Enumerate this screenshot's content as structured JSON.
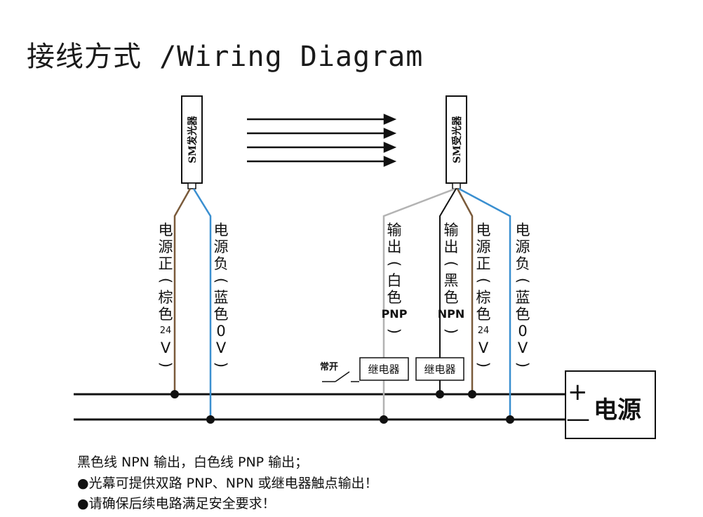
{
  "title": "接线方式 /Wiring Diagram",
  "emitter": {
    "label": "SM发光器"
  },
  "receiver": {
    "label": "SM受光器"
  },
  "wires": {
    "emitter_pos": {
      "text": "电源正（棕色24V）"
    },
    "emitter_neg": {
      "text": "电源负（蓝色0V）"
    },
    "pnp_out": {
      "text": "输出（白色PNP）"
    },
    "npn_out": {
      "text": "输出（黑色NPN）"
    },
    "receiver_pos": {
      "text": "电源正（棕色24V）"
    },
    "receiver_neg": {
      "text": "电源负（蓝色0V）"
    }
  },
  "relays": {
    "left": "继电器",
    "right": "继电器",
    "switch_label": "常开"
  },
  "power_supply": {
    "label": "电源",
    "plus": "+",
    "minus": "—"
  },
  "notes": [
    "黑色线 NPN 输出，白色线 PNP 输出；",
    "●光幕可提供双路 PNP、NPN 或继电器触点输出！",
    "●请确保后续电路满足安全要求！"
  ],
  "colors": {
    "brown": "#7a5a3a",
    "blue": "#3a8fd0",
    "gray": "#b3b3b3",
    "black": "#111111"
  }
}
